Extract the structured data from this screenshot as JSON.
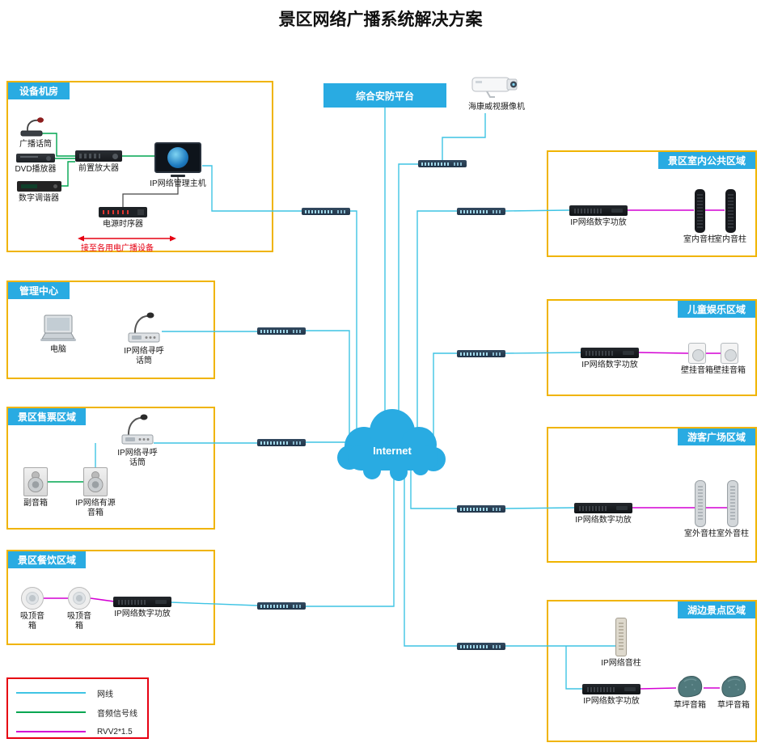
{
  "title": "景区网络广播系统解决方案",
  "platform": {
    "label": "综合安防平台"
  },
  "camera": {
    "label": "海康威视摄像机"
  },
  "cloud": {
    "label": "Internet"
  },
  "zones": {
    "equipment_room": {
      "label": "设备机房",
      "mic": "广播话筒",
      "dvd": "DVD播放器",
      "preamp": "前置放大器",
      "host": "IP网络管理主机",
      "tuner": "数字调谐器",
      "sequencer": "电源时序器",
      "note": "接至各用电广播设备"
    },
    "mgmt": {
      "label": "管理中心",
      "pc": "电脑",
      "paging_mic": "IP网络寻呼话筒"
    },
    "ticket": {
      "label": "景区售票区域",
      "paging_mic": "IP网络寻呼话筒",
      "sub_speaker": "副音箱",
      "active_speaker": "IP网络有源音箱"
    },
    "dining": {
      "label": "景区餐饮区域",
      "ceiling1": "吸顶音箱",
      "ceiling2": "吸顶音箱",
      "amp": "IP网络数字功放"
    },
    "indoor": {
      "label": "景区室内公共区域",
      "amp": "IP网络数字功放",
      "col1": "室内音柱",
      "col2": "室内音柱"
    },
    "kids": {
      "label": "儿童娱乐区域",
      "amp": "IP网络数字功放",
      "wall1": "壁挂音箱",
      "wall2": "壁挂音箱"
    },
    "plaza": {
      "label": "游客广场区域",
      "amp": "IP网络数字功放",
      "col1": "室外音柱",
      "col2": "室外音柱"
    },
    "lake": {
      "label": "湖边景点区域",
      "column": "IP网络音柱",
      "amp": "IP网络数字功放",
      "rock1": "草坪音箱",
      "rock2": "草坪音箱"
    }
  },
  "legend": {
    "net": "网线",
    "audio": "音频信号线",
    "rvv": "RVV2*1.5"
  },
  "colors": {
    "network_line": "#3fc4e4",
    "audio_line": "#00a651",
    "rvv_line": "#d400d4",
    "zone_border": "#f0b400",
    "header_bg": "#29abe2",
    "cloud_fill": "#29abe2",
    "alert_red": "#e60012"
  }
}
